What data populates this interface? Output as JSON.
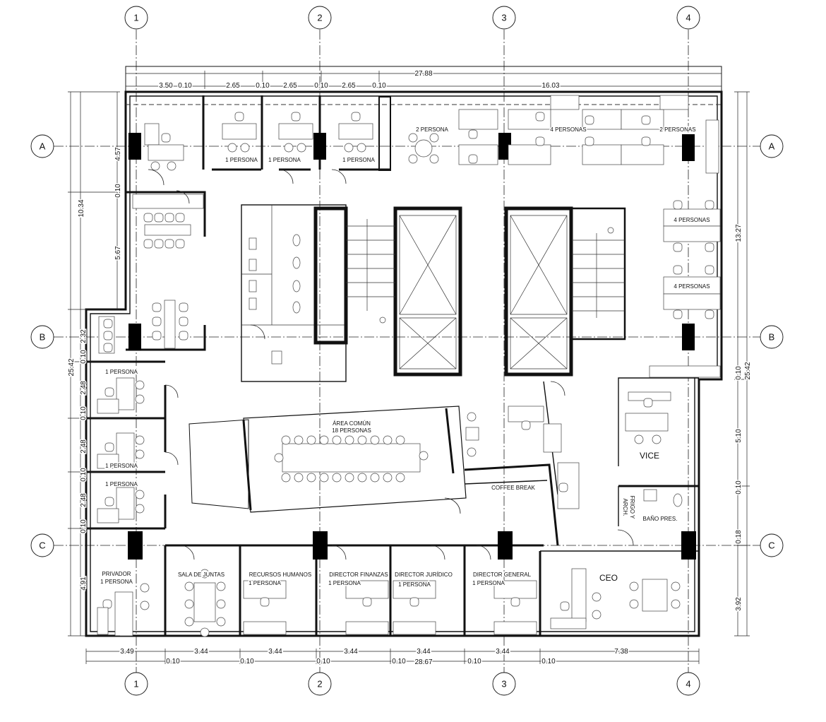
{
  "grid": {
    "columns": [
      "1",
      "2",
      "3",
      "4"
    ],
    "rows": [
      "A",
      "B",
      "C"
    ]
  },
  "dimensions": {
    "top_overall": "27.88",
    "top_segments": [
      "3.50",
      "0.10",
      "2.65",
      "0.10",
      "2.65",
      "0.10",
      "2.65",
      "0.10",
      "16.03"
    ],
    "left_overall": "25.42",
    "left_upper": "10.34",
    "left_segments": [
      "4.57",
      "0.10",
      "5.67",
      "2.32",
      "0.10",
      "2.48",
      "0.10",
      "2.48",
      "0.10",
      "2.48",
      "0.10",
      "4.91"
    ],
    "right_overall": "25.42",
    "right_segments": [
      "13.27",
      "0.10",
      "5.10",
      "0.10",
      "0.18",
      "3.92"
    ],
    "bottom_overall": "28.67",
    "bottom_segments": [
      "3.49",
      "0.10",
      "3.44",
      "0.10",
      "3.44",
      "0.10",
      "3.44",
      "0.10",
      "3.44",
      "0.10",
      "3.44",
      "0.10",
      "7.38"
    ]
  },
  "rooms": {
    "top_office_1": "1 PERSONA",
    "top_office_2": "1 PERSONA",
    "top_office_3": "1 PERSONA",
    "open_2_persona": "2 PERSONA",
    "open_4_personas": "4 PERSONAS",
    "open_2_personas": "2 PERSONAS",
    "right_4_personas_a": "4 PERSONAS",
    "right_4_personas_b": "4 PERSONAS",
    "left_office_1": "1 PERSONA",
    "left_office_2": "1 PERSONA",
    "left_office_3": "1 PERSONA",
    "common_area": "ÁREA COMÚN",
    "common_area_capacity": "18 PERSONAS",
    "coffee_break": "COFFEE BREAK",
    "vice": "VICE",
    "frigo": "FRIGO Y",
    "arch": "ARCH.",
    "bano_pres": "BAÑO PRES.",
    "privador": "PRIVADOR",
    "privador_capacity": "1 PERSONA",
    "sala_juntas": "SALA DE JUNTAS",
    "rrhh": "RECURSOS HUMANOS",
    "rrhh_capacity": "1 PERSONA",
    "dir_finanzas": "DIRECTOR FINANZAS",
    "dir_finanzas_capacity": "1 PERSONA",
    "dir_juridico": "DIRECTOR JURÍDICO",
    "dir_juridico_capacity": "1 PERSONA",
    "dir_general": "DIRECTOR GENERAL",
    "dir_general_capacity": "1 PERSONA",
    "ceo": "CEO"
  }
}
